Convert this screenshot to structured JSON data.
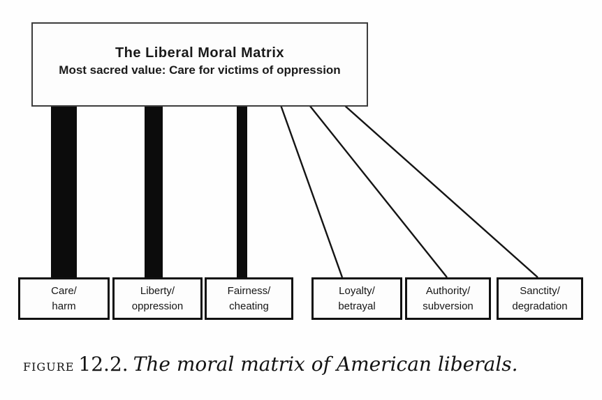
{
  "figure": {
    "top_box": {
      "title": "The Liberal Moral Matrix",
      "subtitle": "Most sacred value: Care for victims of oppression"
    },
    "foundations": [
      {
        "line1": "Care/",
        "line2": "harm",
        "connection": "thick-bar"
      },
      {
        "line1": "Liberty/",
        "line2": "oppression",
        "connection": "thick-bar"
      },
      {
        "line1": "Fairness/",
        "line2": "cheating",
        "connection": "thin-bar"
      },
      {
        "line1": "Loyalty/",
        "line2": "betrayal",
        "connection": "thin-line"
      },
      {
        "line1": "Authority/",
        "line2": "subversion",
        "connection": "thin-line"
      },
      {
        "line1": "Sanctity/",
        "line2": "degradation",
        "connection": "thin-line"
      }
    ],
    "caption": {
      "label": "FIGURE",
      "number": "12.2.",
      "text": "The moral matrix of American liberals."
    },
    "colors": {
      "ink": "#111111",
      "background": "#fefefe"
    }
  }
}
